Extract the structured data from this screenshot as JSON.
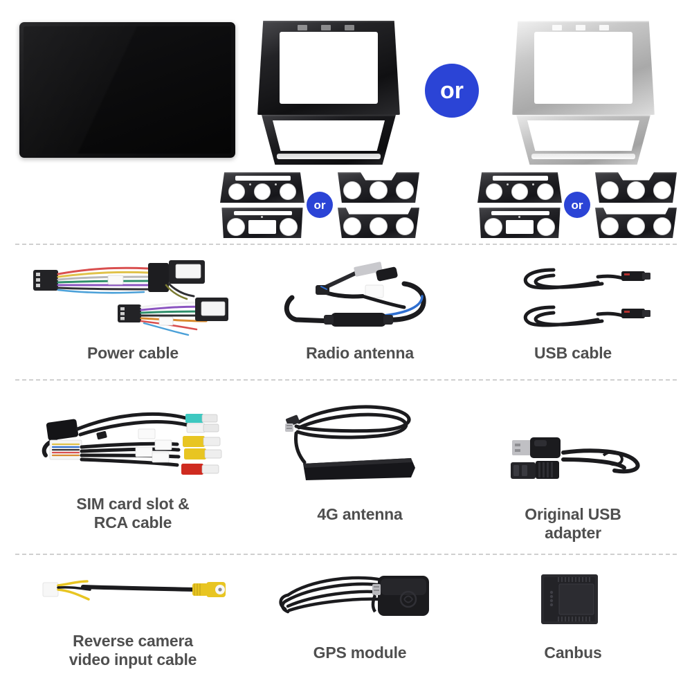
{
  "document": {
    "title": "Car stereo head unit package contents",
    "background_color": "#ffffff",
    "label_color": "#4f4f4f",
    "accent_color": "#2b44d6",
    "divider_color": "#cfcfcf"
  },
  "or_badges": {
    "fascia_choice": "or",
    "ac_panel_left": "or",
    "ac_panel_right": "or"
  },
  "sections": [
    {
      "id": "head-unit-and-fascia",
      "items": [
        {
          "id": "head-unit",
          "name": "head-unit-screen",
          "label": ""
        },
        {
          "id": "fascia-black",
          "name": "black-dash-fascia-frame",
          "label": ""
        },
        {
          "id": "fascia-silver",
          "name": "silver-dash-fascia-frame",
          "label": ""
        },
        {
          "id": "ac-panel-black-left-a",
          "name": "ac-climate-trim-panel",
          "label": ""
        },
        {
          "id": "ac-panel-black-left-b",
          "name": "ac-climate-trim-panel",
          "label": ""
        },
        {
          "id": "ac-panel-black-left-c",
          "name": "ac-climate-trim-panel",
          "label": ""
        },
        {
          "id": "ac-panel-black-left-d",
          "name": "ac-climate-trim-panel",
          "label": ""
        },
        {
          "id": "ac-panel-black-right-a",
          "name": "ac-climate-trim-panel",
          "label": ""
        },
        {
          "id": "ac-panel-black-right-b",
          "name": "ac-climate-trim-panel",
          "label": ""
        },
        {
          "id": "ac-panel-black-right-c",
          "name": "ac-climate-trim-panel",
          "label": ""
        },
        {
          "id": "ac-panel-black-right-d",
          "name": "ac-climate-trim-panel",
          "label": ""
        }
      ]
    },
    {
      "id": "accessories-row-1",
      "items": [
        {
          "id": "power-cable",
          "name": "power-cable",
          "label": "Power cable"
        },
        {
          "id": "radio-antenna",
          "name": "radio-antenna",
          "label": "Radio antenna"
        },
        {
          "id": "usb-cable",
          "name": "usb-cable",
          "label": "USB cable"
        }
      ]
    },
    {
      "id": "accessories-row-2",
      "items": [
        {
          "id": "sim-rca-cable",
          "name": "sim-card-slot-and-rca-cable",
          "label": "SIM card slot &\nRCA cable"
        },
        {
          "id": "4g-antenna",
          "name": "4g-antenna",
          "label": "4G  antenna"
        },
        {
          "id": "usb-adapter",
          "name": "original-usb-adapter",
          "label": "Original USB\nadapter"
        }
      ]
    },
    {
      "id": "accessories-row-3",
      "items": [
        {
          "id": "reverse-camera-cable",
          "name": "reverse-camera-video-input-cable",
          "label": "Reverse camera\nvideo input cable"
        },
        {
          "id": "gps-module",
          "name": "gps-module",
          "label": "GPS module"
        },
        {
          "id": "canbus",
          "name": "canbus-box",
          "label": "Canbus"
        }
      ]
    }
  ],
  "labels": {
    "power_cable": "Power cable",
    "radio_antenna": "Radio antenna",
    "usb_cable": "USB cable",
    "sim_rca_cable": "SIM card slot &\nRCA cable",
    "antenna_4g": "4G  antenna",
    "usb_adapter": "Original USB\nadapter",
    "reverse_camera_cable": "Reverse camera\nvideo input cable",
    "gps_module": "GPS module",
    "canbus": "Canbus"
  }
}
